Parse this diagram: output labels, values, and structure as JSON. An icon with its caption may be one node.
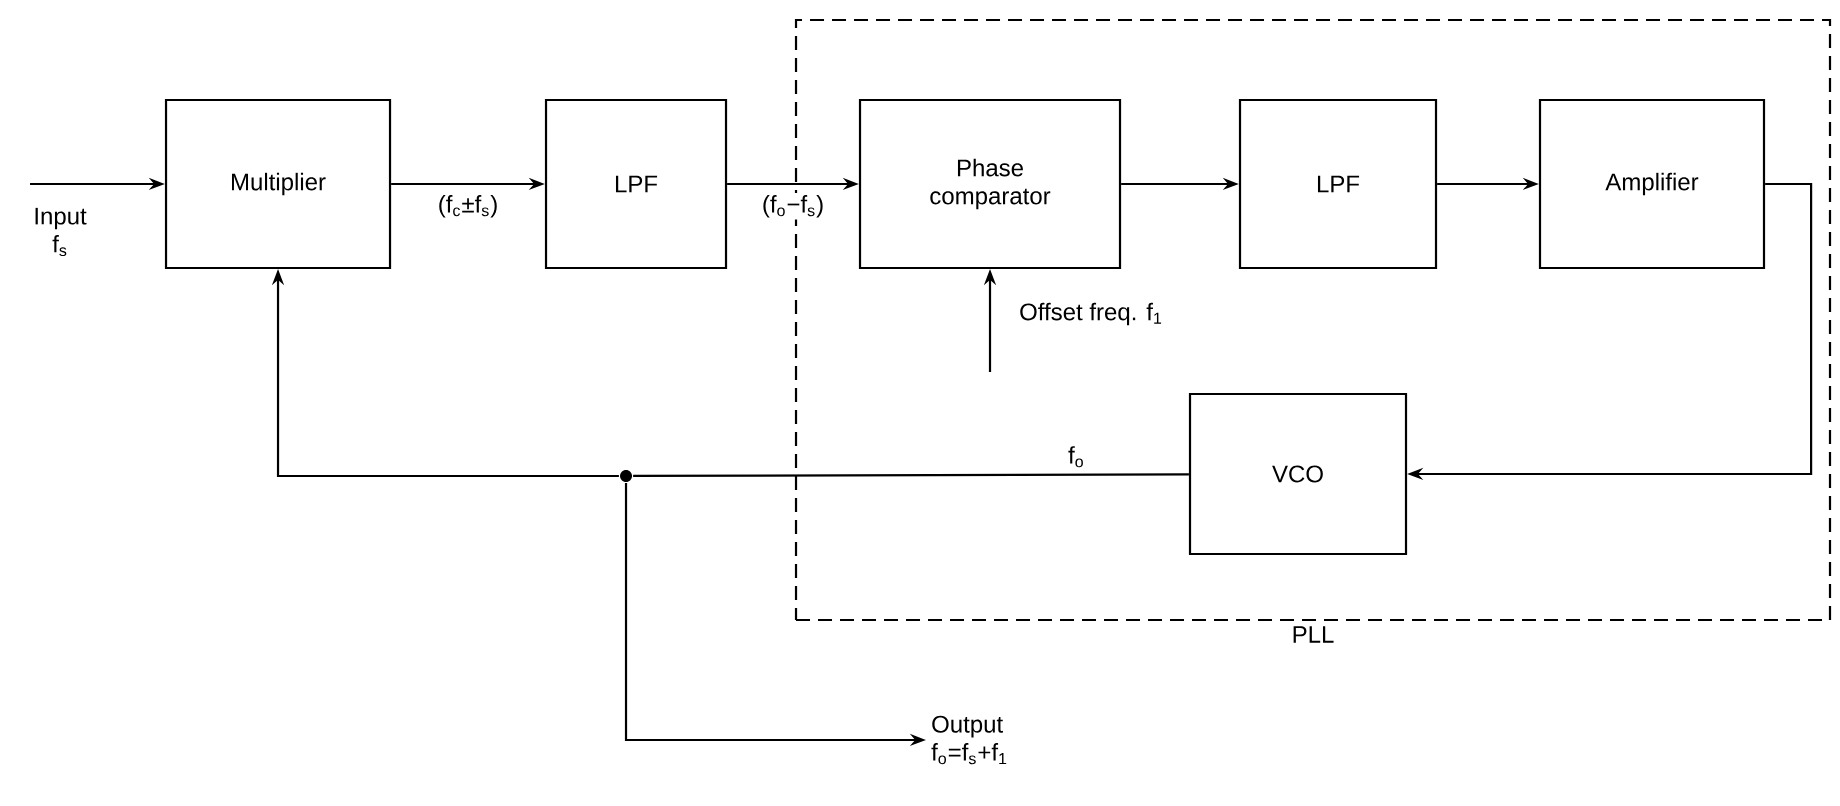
{
  "diagram": {
    "nodes": [
      {
        "text": [
          "PLL"
        ]
      },
      {
        "text": [
          "Multiplier"
        ]
      },
      {
        "text": [
          "LPF"
        ]
      },
      {
        "text": [
          "Phase comparator"
        ],
        "in": 0
      },
      {
        "text": [
          "LPF"
        ],
        "in": 0
      },
      {
        "text": [
          "Amplifier"
        ],
        "in": 0
      },
      {
        "text": [
          "VCO"
        ],
        "in": 0
      },
      {
        "text": [],
        "shape": "circle"
      },
      {
        "text": [
          "Output",
          "f$_{o}$=f$_{s}$+f$_{1}$"
        ]
      }
    ],
    "edges": [
      {
        "from": null,
        "to": 1,
        "arrow": "to"
      },
      {
        "from": 1,
        "to": 2,
        "arrow": "to",
        "label": "(f$_{c}$±f$_{s}$)"
      },
      {
        "from": 2,
        "to": 3,
        "arrow": "to",
        "label": "(f$_{o}$−f$_{s}$)"
      },
      {
        "from": 3,
        "to": 4,
        "arrow": "to"
      },
      {
        "from": 4,
        "to": 5,
        "arrow": "to"
      },
      {
        "from": 5,
        "to": 6,
        "arrow": "to"
      },
      {
        "from": 6,
        "to": 7,
        "arrow": "none",
        "label": "f$_{o}$"
      },
      {
        "from": 7,
        "to": 1,
        "arrow": "to"
      },
      {
        "from": 7,
        "to": 8,
        "arrow": "to"
      },
      {
        "from": null,
        "to": 3,
        "arrow": "to"
      }
    ],
    "labels": [
      "Input f$_{s}$",
      "Offset freq. f$_{1}$"
    ]
  }
}
